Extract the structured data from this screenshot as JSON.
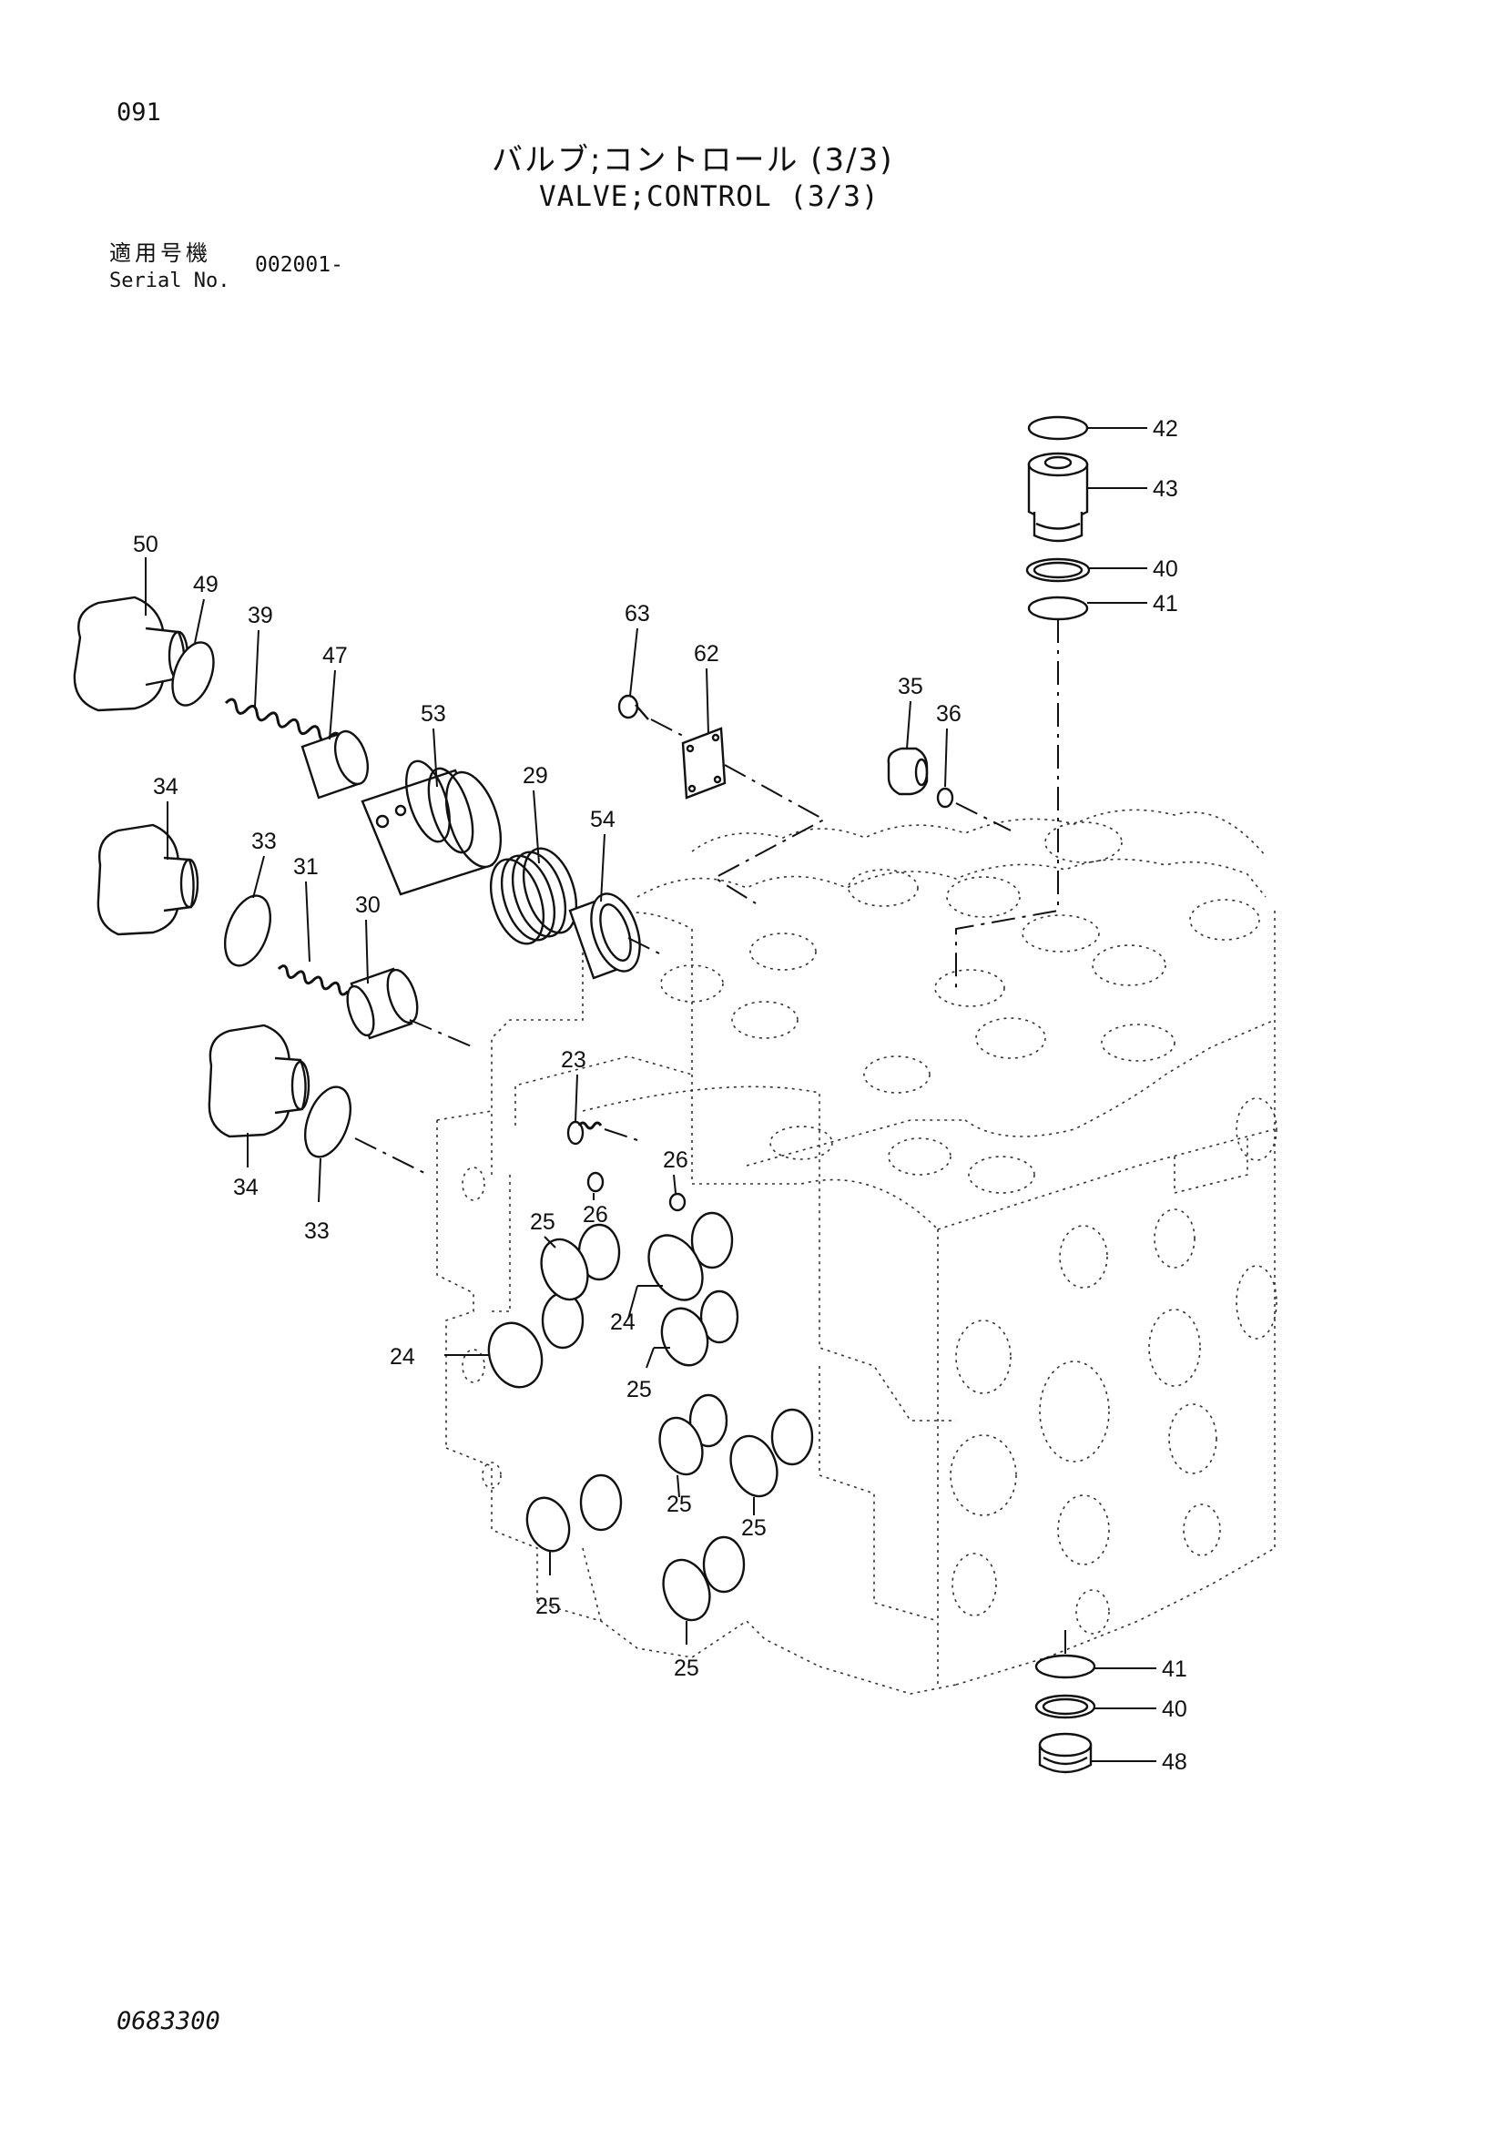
{
  "header": {
    "page_number": "091",
    "title_jp": "バルブ;コントロール (3/3)",
    "title_en": "VALVE;CONTROL (3/3)",
    "serial_label_jp": "適用号機",
    "serial_label_en": "Serial No.",
    "serial_value": "002001-"
  },
  "footer": {
    "document_number": "0683300"
  },
  "callouts": {
    "c42": "42",
    "c43": "43",
    "c40a": "40",
    "c41a": "41",
    "c50": "50",
    "c49": "49",
    "c39": "39",
    "c47": "47",
    "c53": "53",
    "c63": "63",
    "c62": "62",
    "c35": "35",
    "c36": "36",
    "c34a": "34",
    "c33a": "33",
    "c31": "31",
    "c30": "30",
    "c29": "29",
    "c54": "54",
    "c23": "23",
    "c34b": "34",
    "c33b": "33",
    "c26a": "26",
    "c26b": "26",
    "c25a": "25",
    "c24a": "24",
    "c24b": "24",
    "c25b": "25",
    "c25c": "25",
    "c25d": "25",
    "c25e": "25",
    "c25f": "25",
    "c41b": "41",
    "c40b": "40",
    "c48": "48"
  }
}
